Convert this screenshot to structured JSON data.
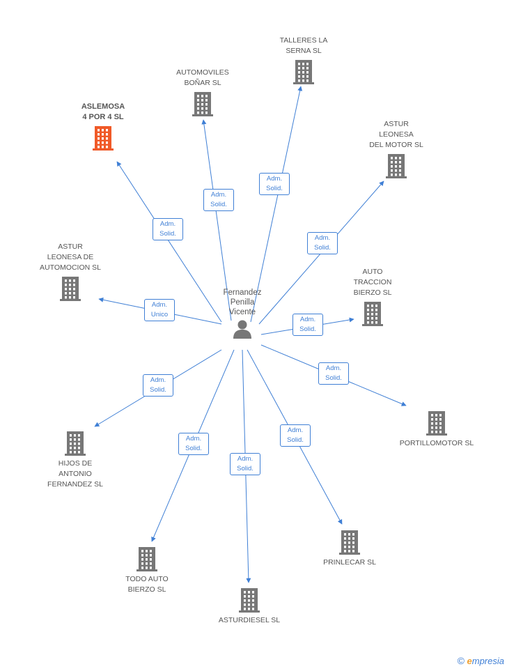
{
  "center": {
    "name_lines": [
      "Fernandez",
      "Penilla",
      "Vicente"
    ]
  },
  "nodes": [
    {
      "id": "aslemosa",
      "lines": [
        "ASLEMOSA",
        "4 POR 4 SL"
      ],
      "highlight": true,
      "color": "#f05a28",
      "rel": [
        "Adm.",
        "Solid."
      ]
    },
    {
      "id": "automoviles-bonar",
      "lines": [
        "AUTOMOVILES",
        "BOÑAR SL"
      ],
      "color": "#777777",
      "rel": [
        "Adm.",
        "Solid."
      ]
    },
    {
      "id": "talleres-la-serna",
      "lines": [
        "TALLERES LA",
        "SERNA SL"
      ],
      "color": "#777777",
      "rel": [
        "Adm.",
        "Solid."
      ]
    },
    {
      "id": "astur-leonesa-del-motor",
      "lines": [
        "ASTUR",
        "LEONESA",
        "DEL MOTOR SL"
      ],
      "color": "#777777",
      "rel": [
        "Adm.",
        "Solid."
      ]
    },
    {
      "id": "astur-leonesa-de-automocion",
      "lines": [
        "ASTUR",
        "LEONESA DE",
        "AUTOMOCION SL"
      ],
      "color": "#777777",
      "rel": [
        "Adm.",
        "Unico"
      ]
    },
    {
      "id": "auto-traccion-bierzo",
      "lines": [
        "AUTO",
        "TRACCION",
        "BIERZO SL"
      ],
      "color": "#777777",
      "rel": [
        "Adm.",
        "Solid."
      ]
    },
    {
      "id": "portillomotor",
      "lines": [
        "PORTILLOMOTOR SL"
      ],
      "color": "#777777",
      "rel": [
        "Adm.",
        "Solid."
      ]
    },
    {
      "id": "hijos-de-antonio-fernandez",
      "lines": [
        "HIJOS DE",
        "ANTONIO",
        "FERNANDEZ SL"
      ],
      "color": "#777777",
      "rel": [
        "Adm.",
        "Solid."
      ]
    },
    {
      "id": "prinlecar",
      "lines": [
        "PRINLECAR SL"
      ],
      "color": "#777777",
      "rel": [
        "Adm.",
        "Solid."
      ]
    },
    {
      "id": "todo-auto-bierzo",
      "lines": [
        "TODO AUTO",
        "BIERZO SL"
      ],
      "color": "#777777",
      "rel": [
        "Adm.",
        "Solid."
      ]
    },
    {
      "id": "asturdiesel",
      "lines": [
        "ASTURDIESEL SL"
      ],
      "color": "#777777",
      "rel": [
        "Adm.",
        "Solid."
      ]
    }
  ],
  "colors": {
    "edge": "#3f7fd5",
    "icon": "#777777",
    "highlight": "#f05a28"
  },
  "brand": {
    "symbol": "©",
    "first_letter": "e",
    "rest": "mpresia"
  }
}
